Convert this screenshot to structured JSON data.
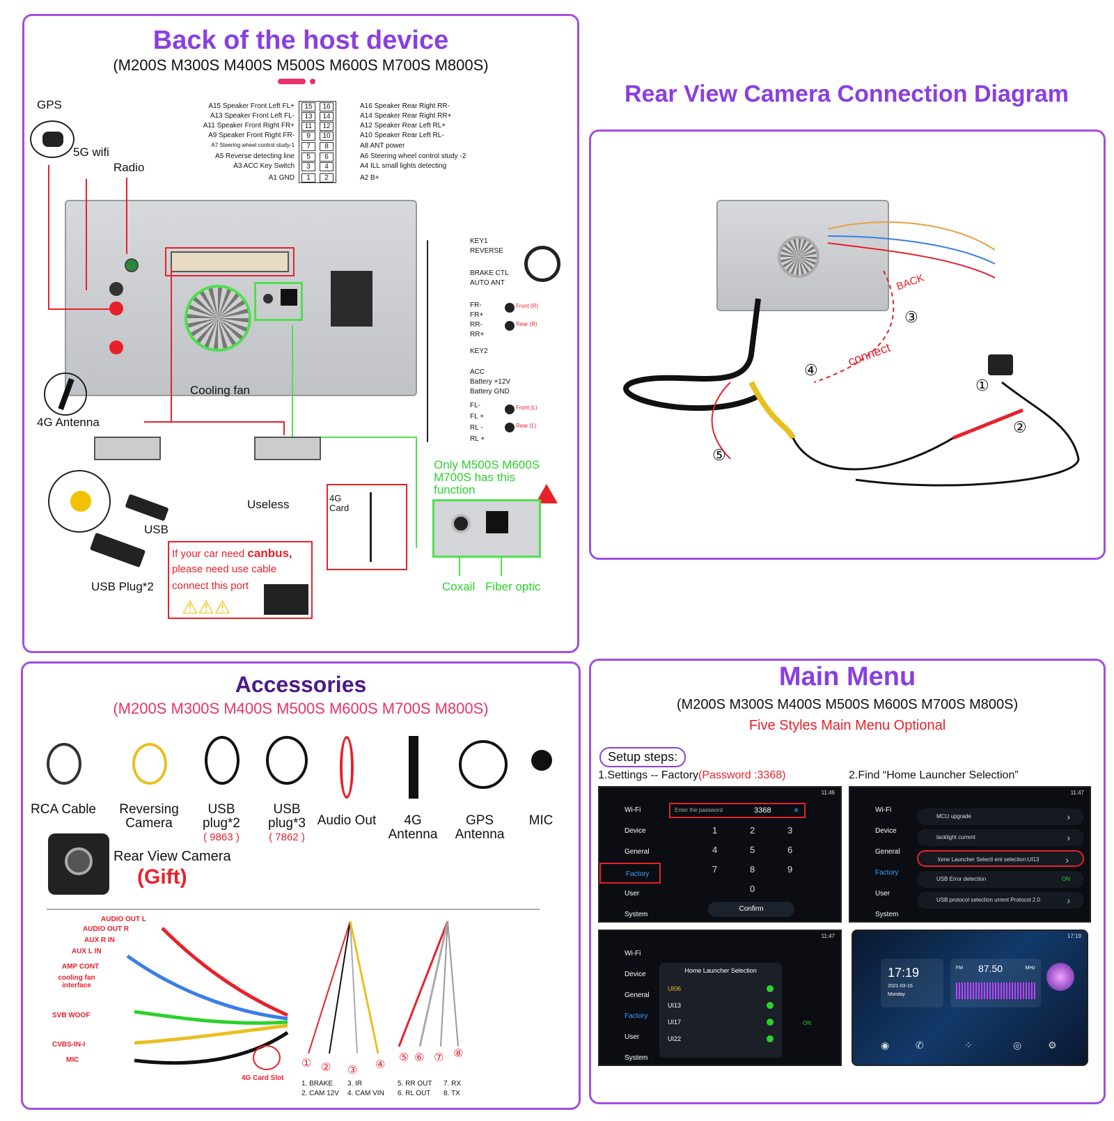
{
  "back_panel": {
    "title": "Back of the host device",
    "models": "(M200S M300S M400S M500S M600S M700S M800S)",
    "left_pins": [
      "A15 Speaker Front Left FL+",
      "A13 Speaker Front Left FL-",
      "A11 Speaker Front Right FR+",
      "A9 Speaker Front Right FR-",
      "A7 Steering wheel control study-1",
      "A5 Reverse detecting line",
      "A3 ACC Key Switch",
      "A1 GND"
    ],
    "right_pins": [
      "A16 Speaker Rear Right RR-",
      "A14 Speaker Rear Right RR+",
      "A12 Speaker Rear Left RL+",
      "A10 Speaker Rear Left RL-",
      "A8 ANT power",
      "A6 Steering wheel control study -2",
      "A4 ILL small lights detecting",
      "A2 B+"
    ],
    "pin_numbers_left": [
      "15",
      "13",
      "11",
      "9",
      "7",
      "5",
      "3",
      "1"
    ],
    "pin_numbers_right": [
      "16",
      "14",
      "12",
      "10",
      "8",
      "6",
      "4",
      "2"
    ],
    "labels": {
      "gps": "GPS",
      "wifi": "5G wifi",
      "radio": "Radio",
      "antenna_4g": "4G Antenna",
      "cooling_fan": "Cooling fan",
      "usb": "USB",
      "usb_plug": "USB Plug*2",
      "useless": "Useless",
      "card_4g": "4G Card",
      "coaxial": "Coxail",
      "fiber": "Fiber optic"
    },
    "harness_labels": [
      "KEY1",
      "REVERSE",
      "BRAKE CTL",
      "AUTO ANT",
      "FR-",
      "FR+",
      "RR-",
      "RR+",
      "KEY2",
      "ACC",
      "Battery +12V",
      "Battery GND",
      "FL-",
      "FL +",
      "RL -",
      "RL +"
    ],
    "speaker_labels": [
      "Front (R)",
      "Rear (R)",
      "Front (L)",
      "Rear (L)"
    ],
    "only_note": "Only M500S M600S M700S has this function",
    "canbus_note": {
      "line1_prefix": "If your car need ",
      "line1_bold": "canbus,",
      "line2": "please need use cable",
      "line3": "connect this port"
    }
  },
  "rear_panel": {
    "title": "Rear View Camera Connection Diagram",
    "back_label": "BACK",
    "connect_label": "connect",
    "numbers": [
      "①",
      "②",
      "③",
      "④",
      "⑤"
    ]
  },
  "accessories": {
    "title": "Accessories",
    "models": "(M200S M300S M400S M500S M600S M700S M800S)",
    "items": [
      {
        "name": "RCA Cable",
        "sub": ""
      },
      {
        "name": "Reversing Camera",
        "sub": ""
      },
      {
        "name": "USB plug*2",
        "sub": "( 9863 )"
      },
      {
        "name": "USB plug*3",
        "sub": "( 7862 )"
      },
      {
        "name": "Audio Out",
        "sub": ""
      },
      {
        "name": "4G Antenna",
        "sub": ""
      },
      {
        "name": "GPS Antenna",
        "sub": ""
      },
      {
        "name": "MIC",
        "sub": ""
      }
    ],
    "rear_cam": "Rear View Camera",
    "gift": "(Gift)",
    "harness_labels": [
      "AUDIO OUT L",
      "AUDIO OUT R",
      "AUX R IN",
      "AUX L IN",
      "AMP CONT",
      "cooling fan interface",
      "SVB WOOF",
      "CVBS-IN-I",
      "MIC"
    ],
    "card_slot": "4G Card Slot",
    "legend": [
      "1. BRAKE",
      "2. CAM 12V",
      "3. IR",
      "4. CAM VIN",
      "5. RR OUT",
      "6. RL OUT",
      "7. RX",
      "8. TX"
    ],
    "circle_nums": [
      "①",
      "②",
      "③",
      "④",
      "⑤",
      "⑥",
      "⑦",
      "⑧"
    ]
  },
  "main_menu": {
    "title": "Main Menu",
    "models": "(M200S M300S M400S M500S M600S M700S M800S)",
    "optional": "Five Styles Main Menu Optional",
    "setup": "Setup steps:",
    "step1_prefix": "1.Settings -- Factory",
    "step1_pw": "(Password :3368)",
    "step2": "2.Find “Home Launcher Selection”",
    "side_items": [
      "Wi-Fi",
      "Device",
      "General",
      "Factory",
      "User",
      "System"
    ],
    "password_placeholder": "Enter the password",
    "password_value": "3368",
    "keys": [
      "1",
      "2",
      "3",
      "4",
      "5",
      "6",
      "7",
      "8",
      "9",
      "0"
    ],
    "confirm": "Confirm",
    "menu_rows": [
      "MCU upgrade",
      "lacklight current",
      "lome Launcher Selecti ent selection:UI13",
      "USB Error detection",
      "USB protocol selection urrent Protocol 2.0"
    ],
    "on_label": "ON",
    "launcher_title": "Home Launcher Selection",
    "launcher_opts": [
      "UI06",
      "UI13",
      "UI17",
      "UI22"
    ],
    "clock": "17:19",
    "date": "2021-03-15",
    "day": "Monday",
    "radio_freq": "87.50",
    "fm": "FM",
    "mhz": "MHz",
    "time_small": "11:46",
    "time_small2": "11:47",
    "time_small3": "17:19"
  },
  "colors": {
    "accent": "#8a3fe0",
    "red": "#e8202a",
    "green": "#2bd12b"
  }
}
